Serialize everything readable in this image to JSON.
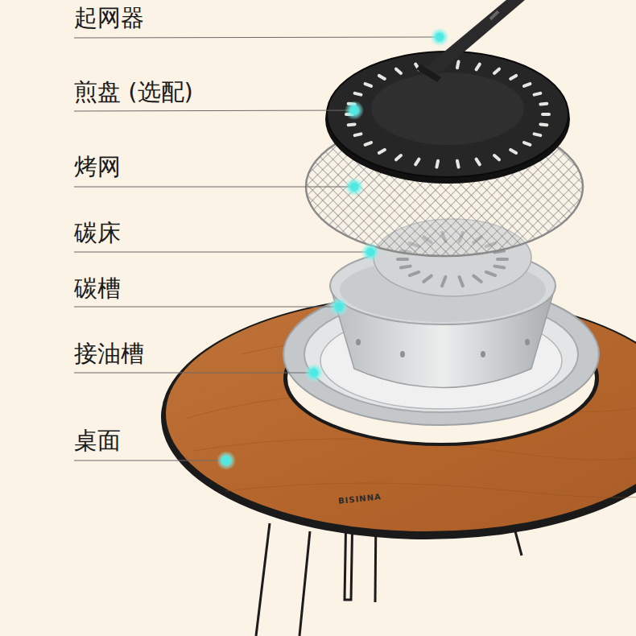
{
  "diagram": {
    "labels": [
      "起网器",
      "煎盘 (选配)",
      "烤网",
      "碳床",
      "碳槽",
      "接油槽",
      "桌面",
      "BISINNA"
    ]
  }
}
